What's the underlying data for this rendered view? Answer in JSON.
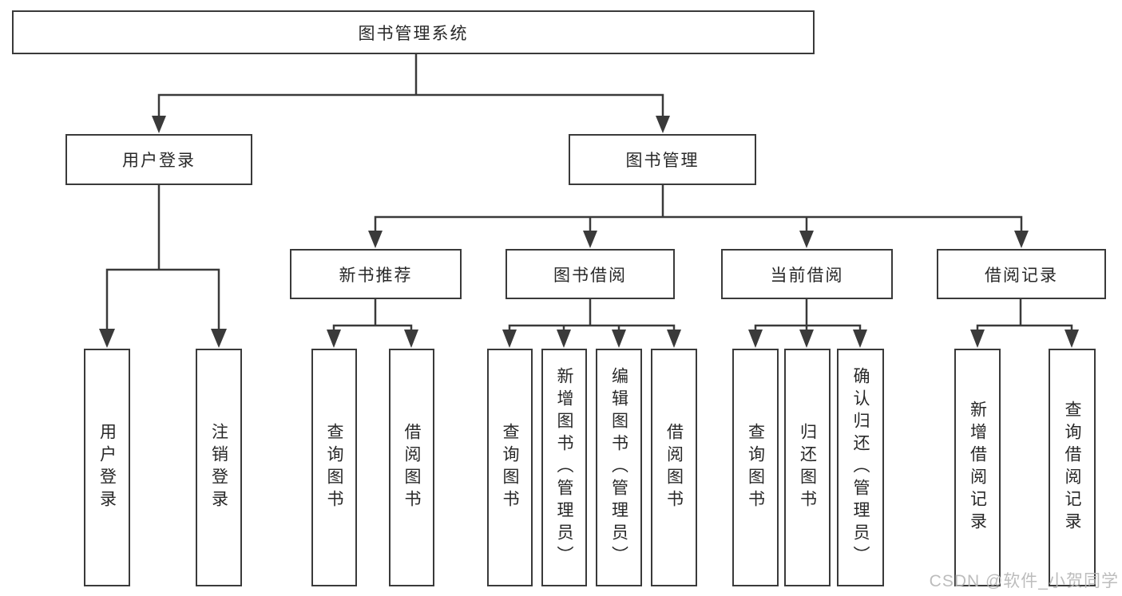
{
  "watermark": "CSDN @软件_小贺同学",
  "colors": {
    "line": "#3a3a3a",
    "text": "#282828",
    "box_background": "#ffffff",
    "watermark": "#b6b6b6"
  },
  "tree": {
    "label": "图书管理系统",
    "children": [
      {
        "label": "用户登录",
        "children": [
          {
            "label": "用户登录"
          },
          {
            "label": "注销登录"
          }
        ]
      },
      {
        "label": "图书管理",
        "children": [
          {
            "label": "新书推荐",
            "children": [
              {
                "label": "查询图书"
              },
              {
                "label": "借阅图书"
              }
            ]
          },
          {
            "label": "图书借阅",
            "children": [
              {
                "label": "查询图书"
              },
              {
                "label": "新增图书（管理员）"
              },
              {
                "label": "编辑图书（管理员）"
              },
              {
                "label": "借阅图书"
              }
            ]
          },
          {
            "label": "当前借阅",
            "children": [
              {
                "label": "查询图书"
              },
              {
                "label": "归还图书"
              },
              {
                "label": "确认归还（管理员）"
              }
            ]
          },
          {
            "label": "借阅记录",
            "children": [
              {
                "label": "新增借阅记录"
              },
              {
                "label": "查询借阅记录"
              }
            ]
          }
        ]
      }
    ]
  }
}
